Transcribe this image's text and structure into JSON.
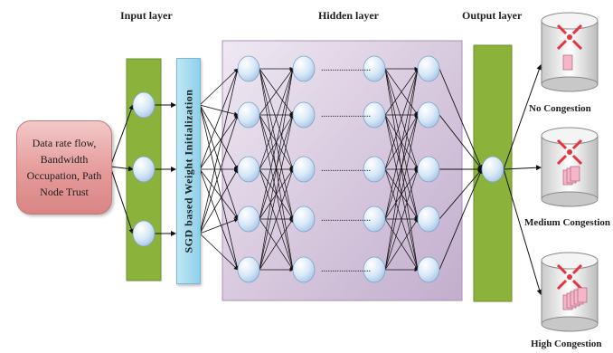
{
  "labels": {
    "input_layer": "Input layer",
    "hidden_layer": "Hidden layer",
    "output_layer": "Output layer"
  },
  "input_box": {
    "lines": [
      "Data rate flow,",
      "Bandwidth",
      "Occupation, Path",
      "Node Trust"
    ]
  },
  "sgd_label": "SGD based Weight Initialization",
  "dotted_rows": "......................",
  "outputs": [
    {
      "label": "No Congestion",
      "docs": 1
    },
    {
      "label": "Medium Congestion",
      "docs": 3
    },
    {
      "label": "High Congestion",
      "docs": 5
    }
  ],
  "colors": {
    "layer_green": "#8bb33c",
    "hidden_panel": "#d6c6dd",
    "node_fill": "#dbeaf8",
    "router_red": "#e8333f",
    "doc_pink": "#f4b6c8"
  }
}
